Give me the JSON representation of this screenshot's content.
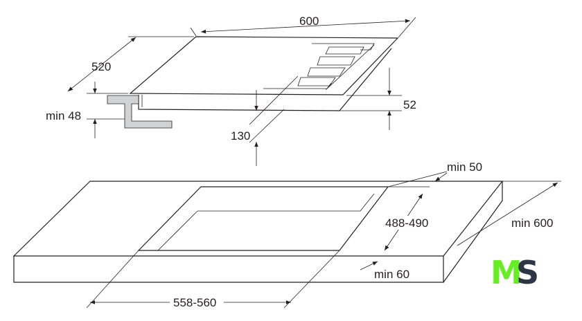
{
  "dimensions": {
    "hob_width": "600",
    "hob_depth": "520",
    "min_clearance_below": "min 48",
    "min_height_below": "130",
    "hob_height": "52",
    "cutout_width": "558-560",
    "cutout_depth": "488-490",
    "min_back_distance": "min 50",
    "min_counter_depth": "min 600",
    "min_front_distance": "min 60"
  },
  "logo": {
    "text_left": "M",
    "text_right": "S",
    "colors": {
      "left": "#66ee22",
      "right": "#2d3645"
    }
  },
  "colors": {
    "bracket": "#d0d2d3",
    "line": "#231f20"
  }
}
